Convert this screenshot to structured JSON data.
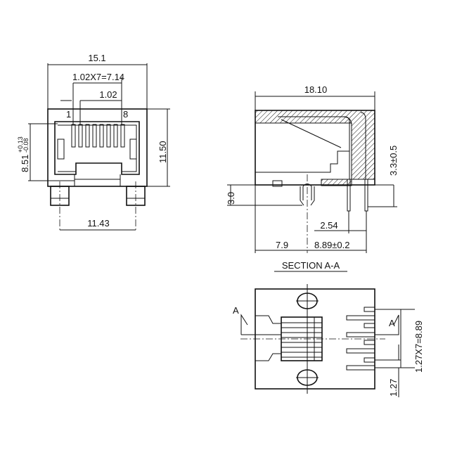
{
  "front_view": {
    "width_label": "15.1",
    "pitch_total_label": "1.02X7=7.14",
    "pitch_label": "1.02",
    "pin1_label": "1",
    "pin8_label": "8",
    "opening_height_label": "8.51",
    "opening_tol_plus": "+0.13",
    "opening_tol_minus": "-0.08",
    "height_label": "11.50",
    "peg_spacing_label": "11.43"
  },
  "section_view": {
    "length_label": "18.10",
    "pin_length_label": "3.3±0.5",
    "peg_length_label": "3.0",
    "pin_row_spacing_label": "2.54",
    "peg_offset_label": "7.9",
    "pin_offset_label": "8.89±0.2",
    "title": "SECTION  A-A"
  },
  "bottom_view": {
    "section_marker_left": "A",
    "section_marker_right": "A",
    "pin_span_label": "1.27X7=8.89",
    "pin_pitch_label": "1.27"
  }
}
